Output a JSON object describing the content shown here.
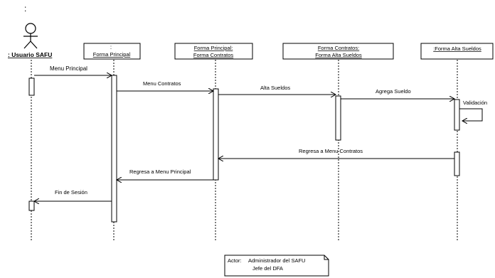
{
  "corner_mark": ":",
  "actor": {
    "label": ": Usuario SAFU"
  },
  "objects": [
    {
      "colon": ":",
      "lines": [
        "Forma Principal"
      ]
    },
    {
      "lines": [
        "Forma Principal:",
        "Forma Contratos"
      ]
    },
    {
      "lines": [
        "Forma Contratos:",
        "Forma Alta Sueldos"
      ]
    },
    {
      "lines": [
        ":Forma Alta Sueldos"
      ]
    }
  ],
  "messages": [
    {
      "label": "Menu Principal",
      "direction": "right"
    },
    {
      "label": "Menu Contratos",
      "direction": "right"
    },
    {
      "label": "Alta Sueldos",
      "direction": "right"
    },
    {
      "label": "Agrega Sueldo",
      "direction": "right"
    },
    {
      "label": "Validación",
      "direction": "self"
    },
    {
      "label": "Regresa a Menu Contratos",
      "direction": "left"
    },
    {
      "label": "Regresa a Menu Principal",
      "direction": "left"
    },
    {
      "label": "Fin de Sesión",
      "direction": "left"
    }
  ],
  "note": {
    "actor_label": "Actor:",
    "line1": "Administrador del SAFU",
    "line2": "Jefe del DFA"
  },
  "style": {
    "line_color": "#000000",
    "background": "#ffffff"
  }
}
